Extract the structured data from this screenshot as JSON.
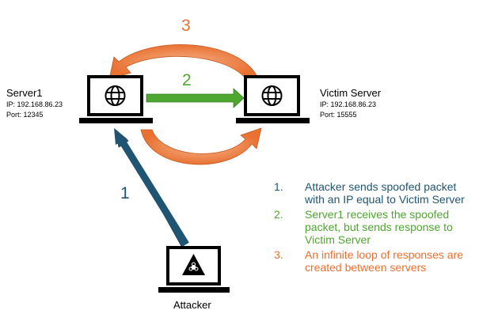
{
  "colors": {
    "step1": "#1f5572",
    "step2": "#4ea72e",
    "step3": "#e97132",
    "laptop": "#000000"
  },
  "server1": {
    "name": "Server1",
    "ip": "IP: 192.168.86.23",
    "port": "Port: 12345",
    "icon": "globe-icon"
  },
  "victim": {
    "name": "Victim Server",
    "ip": "IP: 192.168.86.23",
    "port": "Port: 15555",
    "icon": "globe-icon"
  },
  "attacker": {
    "name": "Attacker",
    "icon": "biohazard-icon"
  },
  "arrows": {
    "step1": "1",
    "step2": "2",
    "step3": "3"
  },
  "steps": [
    {
      "index": "1.",
      "text": "Attacker sends spoofed packet with an IP equal to Victim Server"
    },
    {
      "index": "2.",
      "text": "Server1 receives the spoofed packet, but sends response to Victim Server"
    },
    {
      "index": "3.",
      "text": "An infinite loop of responses are created between servers"
    }
  ]
}
